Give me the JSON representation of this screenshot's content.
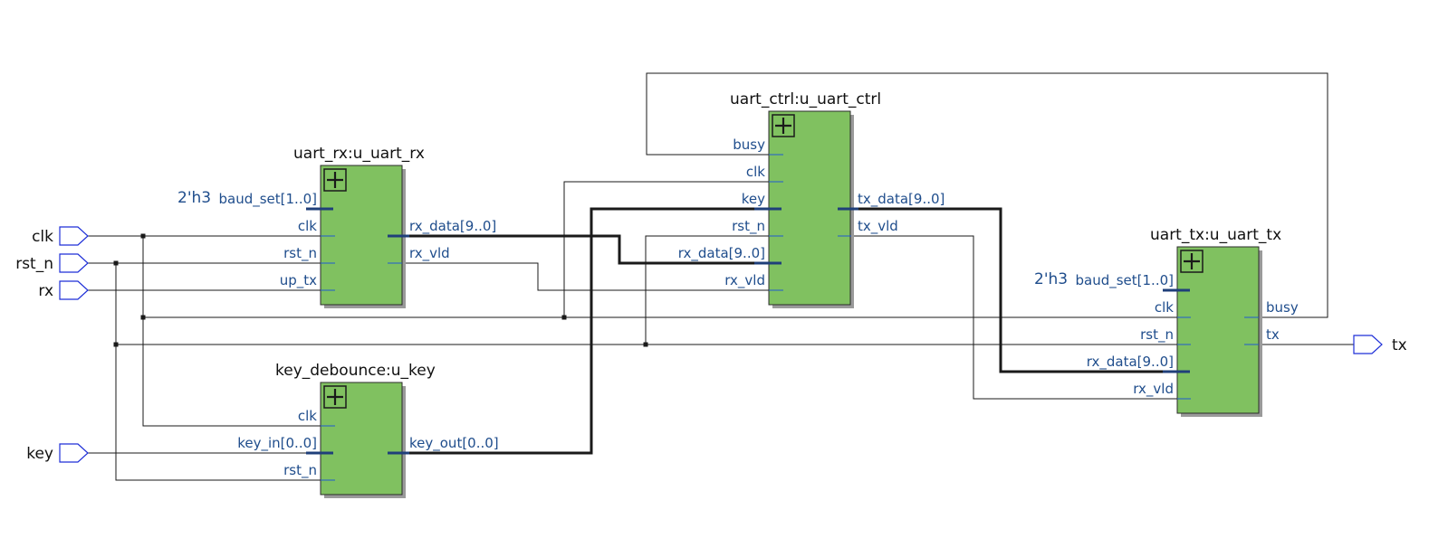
{
  "colors": {
    "block_fill": "#80c160",
    "port_text": "#1f4d8c",
    "io_border": "#1e2fd8",
    "wire": "#1a1a1a"
  },
  "inputs": [
    "clk",
    "rst_n",
    "rx",
    "key"
  ],
  "outputs": [
    "tx"
  ],
  "blocks": {
    "uart_rx": {
      "title": "uart_rx:u_uart_rx",
      "const_label": "2'h3",
      "in_ports": [
        "baud_set[1..0]",
        "clk",
        "rst_n",
        "up_tx"
      ],
      "out_ports": [
        "rx_data[9..0]",
        "rx_vld"
      ]
    },
    "key_debounce": {
      "title": "key_debounce:u_key",
      "in_ports": [
        "clk",
        "key_in[0..0]",
        "rst_n"
      ],
      "out_ports": [
        "key_out[0..0]"
      ]
    },
    "uart_ctrl": {
      "title": "uart_ctrl:u_uart_ctrl",
      "in_ports": [
        "busy",
        "clk",
        "key",
        "rst_n",
        "rx_data[9..0]",
        "rx_vld"
      ],
      "out_ports": [
        "tx_data[9..0]",
        "tx_vld"
      ]
    },
    "uart_tx": {
      "title": "uart_tx:u_uart_tx",
      "const_label": "2'h3",
      "in_ports": [
        "baud_set[1..0]",
        "clk",
        "rst_n",
        "rx_data[9..0]",
        "rx_vld"
      ],
      "out_ports": [
        "busy",
        "tx"
      ]
    }
  }
}
